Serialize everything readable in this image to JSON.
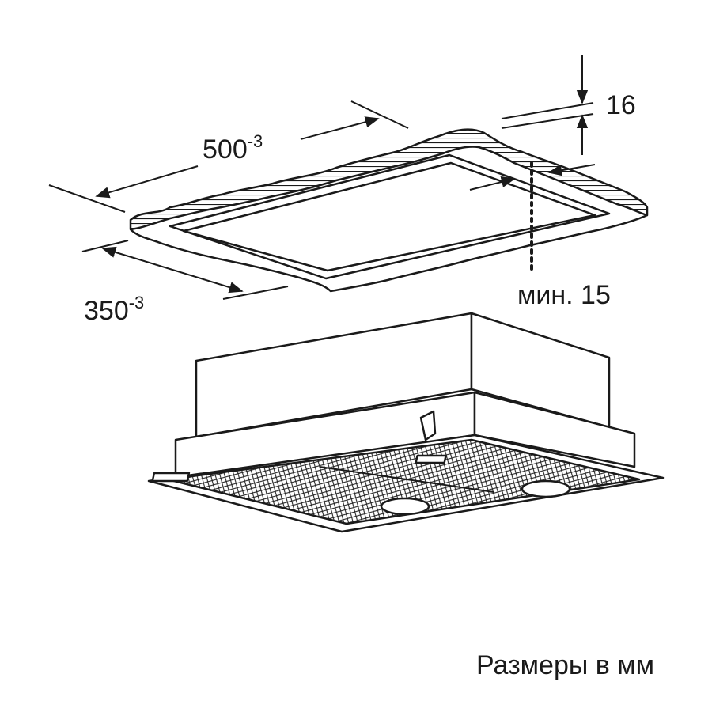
{
  "dimensions": {
    "length": {
      "value": "500",
      "tolerance": "-3"
    },
    "width": {
      "value": "350",
      "tolerance": "-3"
    },
    "thickness": "16",
    "min_clearance": "мин. 15"
  },
  "caption": "Размеры в мм"
}
